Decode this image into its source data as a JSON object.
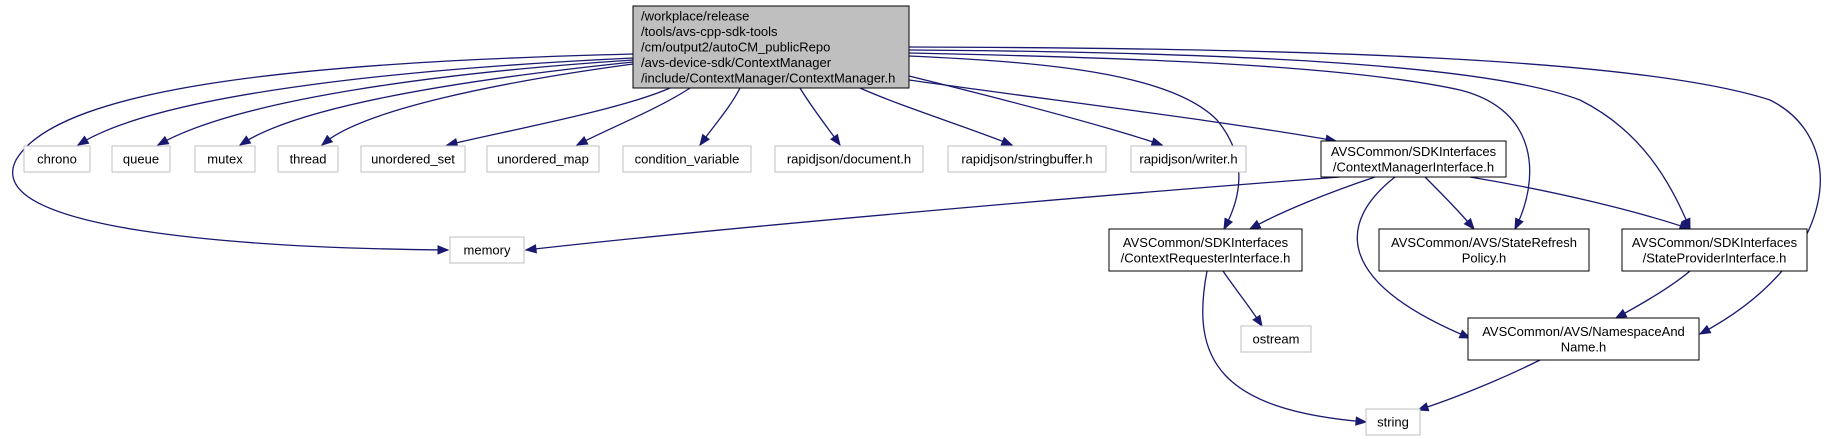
{
  "diagram": {
    "colors": {
      "edge": "#191970",
      "root_fill": "#bfbfbf",
      "root_border": "#000000",
      "project_border": "#000000",
      "system_border": "#bfbfbf",
      "background": "#ffffff"
    },
    "nodes": [
      {
        "id": "root",
        "kind": "root",
        "lines": [
          "/workplace/release",
          "/tools/avs-cpp-sdk-tools",
          "/cm/output2/autoCM_publicRepo",
          "/avs-device-sdk/ContextManager",
          "/include/ContextManager/ContextManager.h"
        ]
      },
      {
        "id": "chrono",
        "kind": "system",
        "lines": [
          "chrono"
        ]
      },
      {
        "id": "queue",
        "kind": "system",
        "lines": [
          "queue"
        ]
      },
      {
        "id": "mutex",
        "kind": "system",
        "lines": [
          "mutex"
        ]
      },
      {
        "id": "thread",
        "kind": "system",
        "lines": [
          "thread"
        ]
      },
      {
        "id": "unordered_set",
        "kind": "system",
        "lines": [
          "unordered_set"
        ]
      },
      {
        "id": "unordered_map",
        "kind": "system",
        "lines": [
          "unordered_map"
        ]
      },
      {
        "id": "condition_variable",
        "kind": "system",
        "lines": [
          "condition_variable"
        ]
      },
      {
        "id": "rapidjson_document",
        "kind": "system",
        "lines": [
          "rapidjson/document.h"
        ]
      },
      {
        "id": "rapidjson_stringbuffer",
        "kind": "system",
        "lines": [
          "rapidjson/stringbuffer.h"
        ]
      },
      {
        "id": "rapidjson_writer",
        "kind": "system",
        "lines": [
          "rapidjson/writer.h"
        ]
      },
      {
        "id": "context_manager_interface",
        "kind": "project",
        "lines": [
          "AVSCommon/SDKInterfaces",
          "/ContextManagerInterface.h"
        ]
      },
      {
        "id": "memory",
        "kind": "system",
        "lines": [
          "memory"
        ]
      },
      {
        "id": "context_requester_interface",
        "kind": "project",
        "lines": [
          "AVSCommon/SDKInterfaces",
          "/ContextRequesterInterface.h"
        ]
      },
      {
        "id": "state_refresh_policy",
        "kind": "project",
        "lines": [
          "AVSCommon/AVS/StateRefresh",
          "Policy.h"
        ]
      },
      {
        "id": "state_provider_interface",
        "kind": "project",
        "lines": [
          "AVSCommon/SDKInterfaces",
          "/StateProviderInterface.h"
        ]
      },
      {
        "id": "ostream",
        "kind": "system",
        "lines": [
          "ostream"
        ]
      },
      {
        "id": "namespace_and_name",
        "kind": "project",
        "lines": [
          "AVSCommon/AVS/NamespaceAnd",
          "Name.h"
        ]
      },
      {
        "id": "string",
        "kind": "system",
        "lines": [
          "string"
        ]
      }
    ],
    "edges": [
      {
        "from": "root",
        "to": "chrono"
      },
      {
        "from": "root",
        "to": "queue"
      },
      {
        "from": "root",
        "to": "mutex"
      },
      {
        "from": "root",
        "to": "thread"
      },
      {
        "from": "root",
        "to": "unordered_set"
      },
      {
        "from": "root",
        "to": "unordered_map"
      },
      {
        "from": "root",
        "to": "condition_variable"
      },
      {
        "from": "root",
        "to": "rapidjson_document"
      },
      {
        "from": "root",
        "to": "rapidjson_stringbuffer"
      },
      {
        "from": "root",
        "to": "rapidjson_writer"
      },
      {
        "from": "root",
        "to": "context_manager_interface"
      },
      {
        "from": "root",
        "to": "memory"
      },
      {
        "from": "root",
        "to": "context_requester_interface"
      },
      {
        "from": "root",
        "to": "state_refresh_policy"
      },
      {
        "from": "root",
        "to": "state_provider_interface"
      },
      {
        "from": "root",
        "to": "namespace_and_name"
      },
      {
        "from": "context_manager_interface",
        "to": "memory"
      },
      {
        "from": "context_manager_interface",
        "to": "context_requester_interface"
      },
      {
        "from": "context_manager_interface",
        "to": "state_refresh_policy"
      },
      {
        "from": "context_manager_interface",
        "to": "state_provider_interface"
      },
      {
        "from": "context_manager_interface",
        "to": "namespace_and_name"
      },
      {
        "from": "context_requester_interface",
        "to": "ostream"
      },
      {
        "from": "context_requester_interface",
        "to": "string"
      },
      {
        "from": "state_provider_interface",
        "to": "namespace_and_name"
      },
      {
        "from": "namespace_and_name",
        "to": "string"
      }
    ]
  }
}
